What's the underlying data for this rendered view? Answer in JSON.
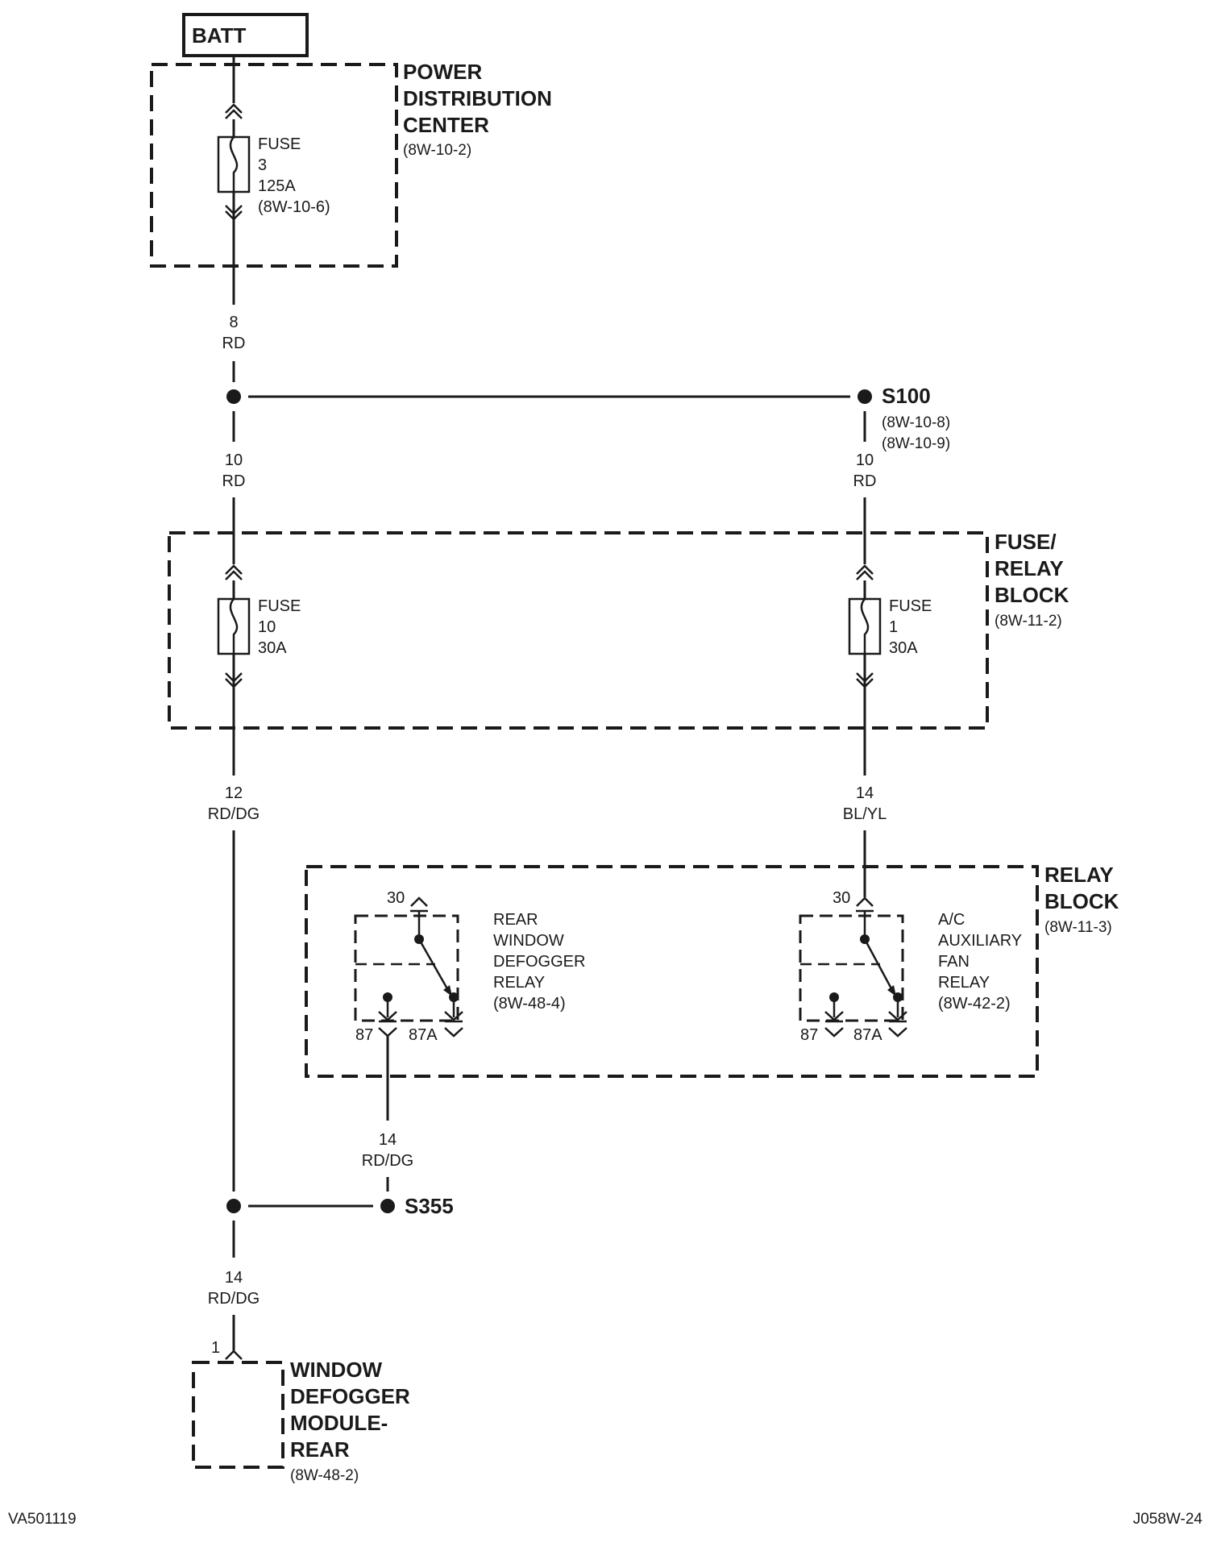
{
  "battery": {
    "label": "BATT"
  },
  "pdc": {
    "title": [
      "POWER",
      "DISTRIBUTION",
      "CENTER"
    ],
    "ref": "(8W-10-2)",
    "fuse": [
      "FUSE",
      "3",
      "125A",
      "(8W-10-6)"
    ]
  },
  "wires": {
    "w1": [
      "8",
      "RD"
    ],
    "w2": [
      "10",
      "RD"
    ],
    "w3": [
      "10",
      "RD"
    ],
    "w4": [
      "12",
      "RD/DG"
    ],
    "w5": [
      "14",
      "BL/YL"
    ],
    "w6": [
      "14",
      "RD/DG"
    ],
    "w7": [
      "14",
      "RD/DG"
    ]
  },
  "splices": {
    "s100": {
      "label": "S100",
      "refs": [
        "(8W-10-8)",
        "(8W-10-9)"
      ]
    },
    "s355": {
      "label": "S355"
    }
  },
  "fuse_relay_block": {
    "title": [
      "FUSE/",
      "RELAY",
      "BLOCK"
    ],
    "ref": "(8W-11-2)",
    "fuse10": [
      "FUSE",
      "10",
      "30A"
    ],
    "fuse1": [
      "FUSE",
      "1",
      "30A"
    ]
  },
  "relay_block": {
    "title": [
      "RELAY",
      "BLOCK"
    ],
    "ref": "(8W-11-3)",
    "rear_relay": {
      "label": [
        "REAR",
        "WINDOW",
        "DEFOGGER",
        "RELAY",
        "(8W-48-4)"
      ],
      "pin30": "30",
      "pin87": "87",
      "pin87a": "87A"
    },
    "ac_relay": {
      "label": [
        "A/C",
        "AUXILIARY",
        "FAN",
        "RELAY",
        "(8W-42-2)"
      ],
      "pin30": "30",
      "pin87": "87",
      "pin87a": "87A"
    }
  },
  "module": {
    "pin": "1",
    "title": [
      "WINDOW",
      "DEFOGGER",
      "MODULE-",
      "REAR"
    ],
    "ref": "(8W-48-2)"
  },
  "footer": {
    "left": "VA501119",
    "right": "J058W-24"
  }
}
